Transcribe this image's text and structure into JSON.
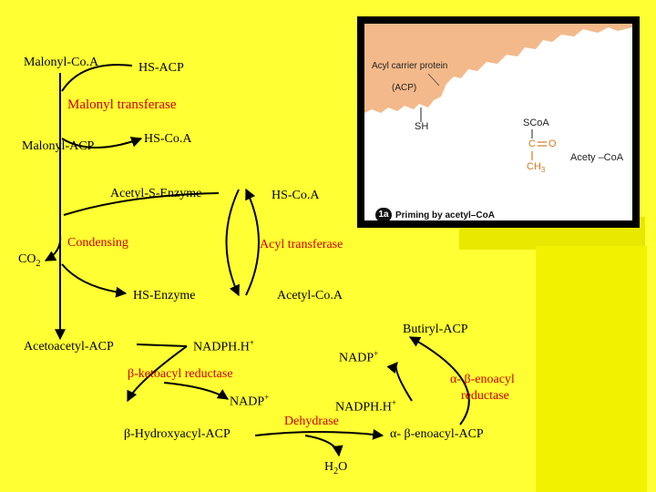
{
  "pathway": {
    "malonyl_coa": "Malonyl-Co.A",
    "hs_acp": "HS-ACP",
    "malonyl_transferase": "Malonyl transferase",
    "malonyl_acp": "Malonyl-ACP",
    "hs_coa_1": "HS-Co.A",
    "acetyl_s_enzyme": "Acetyl-S-Enzyme",
    "hs_coa_2": "HS-Co.A",
    "condensing": "Condensing",
    "acyl_transferase": "Acyl transferase",
    "co2": "CO",
    "co2_sub": "2",
    "hs_enzyme": "HS-Enzyme",
    "acetyl_coa": "Acetyl-Co.A",
    "butiryl_acp": "Butiryl-ACP",
    "acetoacetyl_acp": "Acetoacetyl-ACP",
    "nadph_1": "NADPH.H",
    "nadph_1_sup": "+",
    "nadp_1": "NADP",
    "nadp_1_sup": "+",
    "ketoacyl_reductase": "β-ketoacyl reductase",
    "enoacyl_reductase_1": "α- β-enoacyl",
    "enoacyl_reductase_2": "reductase",
    "nadp_2": "NADP",
    "nadp_2_sup": "+",
    "nadph_2": "NADPH.H",
    "nadph_2_sup": "+",
    "dehydrase": "Dehydrase",
    "hydroxyacyl_acp": "β-Hydroxyacyl-ACP",
    "enoacyl_acp": "α- β-enoacyl-ACP",
    "h2o": "H",
    "h2o_sub": "2",
    "h2o_end": "O"
  },
  "inset": {
    "acp_label": "Acyl carrier protein",
    "acp_abbr": "(ACP)",
    "sh": "SH",
    "scoa": "SCoA",
    "c": "C",
    "o": "O",
    "ch3": "CH",
    "ch3_sub": "3",
    "acetyl_coa": "Acety –CoA",
    "badge": "1a",
    "caption": "Priming by acetyl–CoA"
  },
  "colors": {
    "background": "#ffff33",
    "enzyme_text": "#cc0000",
    "protein": "#f3b98a",
    "chem_accent": "#d57a1d"
  }
}
